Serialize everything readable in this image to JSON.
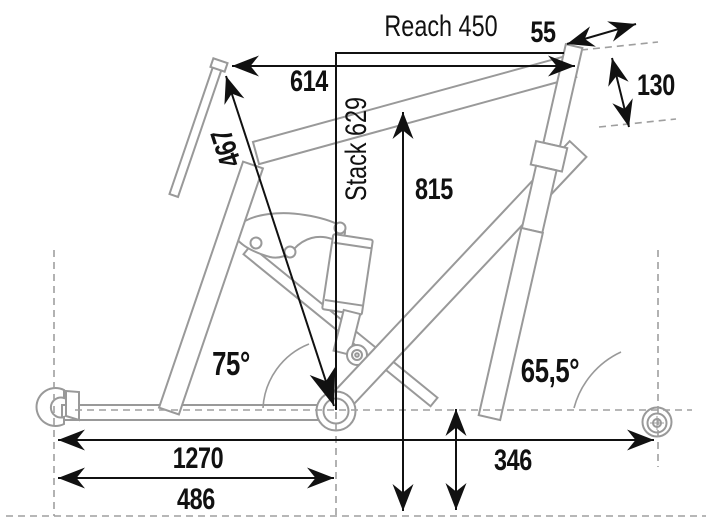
{
  "measurements": {
    "reach": "Reach 450",
    "stack": "Stack 629",
    "horizontal_top_tube": "614",
    "seat_tube": "467",
    "standover_height": "815",
    "head_top_offset": "55",
    "head_tube_length": "130",
    "seat_tube_angle": "75°",
    "head_tube_angle": "65,5°",
    "wheelbase": "1270",
    "rear_center": "486",
    "bb_height": "346"
  },
  "colors": {
    "background": "#ffffff",
    "frame_outline": "#999999",
    "dashed_guides": "#9f9f9f",
    "dimension_lines": "#111111"
  }
}
